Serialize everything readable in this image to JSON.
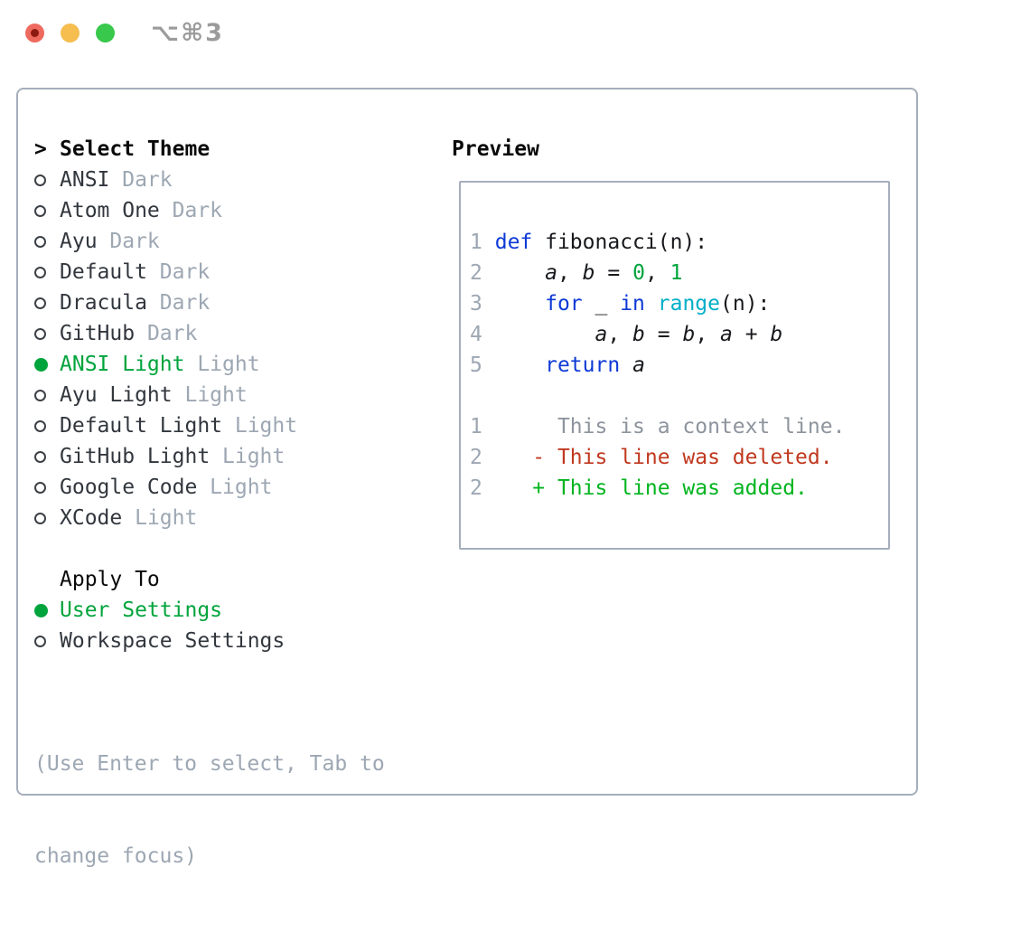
{
  "window": {
    "shortcut_label": "⌥⌘3",
    "traffic_lights": [
      "close",
      "minimize",
      "zoom"
    ]
  },
  "sidebar": {
    "title_marker": ">",
    "title": "Select Theme",
    "themes": [
      {
        "name": "ANSI",
        "variant": "Dark",
        "selected": false
      },
      {
        "name": "Atom One",
        "variant": "Dark",
        "selected": false
      },
      {
        "name": "Ayu",
        "variant": "Dark",
        "selected": false
      },
      {
        "name": "Default",
        "variant": "Dark",
        "selected": false
      },
      {
        "name": "Dracula",
        "variant": "Dark",
        "selected": false
      },
      {
        "name": "GitHub",
        "variant": "Dark",
        "selected": false
      },
      {
        "name": "ANSI Light",
        "variant": "Light",
        "selected": true
      },
      {
        "name": "Ayu Light",
        "variant": "Light",
        "selected": false
      },
      {
        "name": "Default Light",
        "variant": "Light",
        "selected": false
      },
      {
        "name": "GitHub Light",
        "variant": "Light",
        "selected": false
      },
      {
        "name": "Google Code",
        "variant": "Light",
        "selected": false
      },
      {
        "name": "XCode",
        "variant": "Light",
        "selected": false
      }
    ]
  },
  "apply_to": {
    "title": "Apply To",
    "options": [
      {
        "label": "User Settings",
        "selected": true
      },
      {
        "label": "Workspace Settings",
        "selected": false
      }
    ]
  },
  "hint": {
    "lines": [
      "(Use Enter to select, Tab to",
      "change focus)"
    ]
  },
  "preview": {
    "title": "Preview",
    "code_lines": [
      {
        "num": "1",
        "tokens": [
          {
            "t": " ",
            "c": "plain"
          },
          {
            "t": "def",
            "c": "kw"
          },
          {
            "t": " fibonacci(n):",
            "c": "plain"
          }
        ]
      },
      {
        "num": "2",
        "tokens": [
          {
            "t": "     ",
            "c": "plain"
          },
          {
            "t": "a",
            "c": "var"
          },
          {
            "t": ", ",
            "c": "plain"
          },
          {
            "t": "b",
            "c": "var"
          },
          {
            "t": " = ",
            "c": "plain"
          },
          {
            "t": "0",
            "c": "num"
          },
          {
            "t": ", ",
            "c": "plain"
          },
          {
            "t": "1",
            "c": "num"
          }
        ]
      },
      {
        "num": "3",
        "tokens": [
          {
            "t": "     ",
            "c": "plain"
          },
          {
            "t": "for",
            "c": "kw"
          },
          {
            "t": " _ ",
            "c": "plain"
          },
          {
            "t": "in",
            "c": "kw"
          },
          {
            "t": " ",
            "c": "plain"
          },
          {
            "t": "range",
            "c": "builtin"
          },
          {
            "t": "(n):",
            "c": "plain"
          }
        ]
      },
      {
        "num": "4",
        "tokens": [
          {
            "t": "         ",
            "c": "plain"
          },
          {
            "t": "a",
            "c": "var"
          },
          {
            "t": ", ",
            "c": "plain"
          },
          {
            "t": "b",
            "c": "var"
          },
          {
            "t": " = ",
            "c": "plain"
          },
          {
            "t": "b",
            "c": "var"
          },
          {
            "t": ", ",
            "c": "plain"
          },
          {
            "t": "a",
            "c": "var"
          },
          {
            "t": " + ",
            "c": "plain"
          },
          {
            "t": "b",
            "c": "var"
          }
        ]
      },
      {
        "num": "5",
        "tokens": [
          {
            "t": "     ",
            "c": "plain"
          },
          {
            "t": "return",
            "c": "kw"
          },
          {
            "t": " ",
            "c": "plain"
          },
          {
            "t": "a",
            "c": "var"
          }
        ]
      },
      {
        "num": "",
        "tokens": []
      },
      {
        "num": "1",
        "tokens": [
          {
            "t": "      This is a context line.",
            "c": "ctx"
          }
        ]
      },
      {
        "num": "2",
        "tokens": [
          {
            "t": "    - This line was deleted.",
            "c": "del"
          }
        ]
      },
      {
        "num": "2",
        "tokens": [
          {
            "t": "    + This line was added.",
            "c": "add"
          }
        ]
      }
    ]
  },
  "colors": {
    "border": "#a6aebb",
    "selection_green": "#00a43c",
    "added_green": "#00b41e",
    "deleted_red": "#c0381f",
    "keyword_blue": "#0d3ad6",
    "builtin_cyan": "#00aec8",
    "muted_gray": "#9da7b3",
    "traffic_red": "#ee6a5e",
    "traffic_yellow": "#f6bd4f",
    "traffic_green": "#38c84b"
  }
}
